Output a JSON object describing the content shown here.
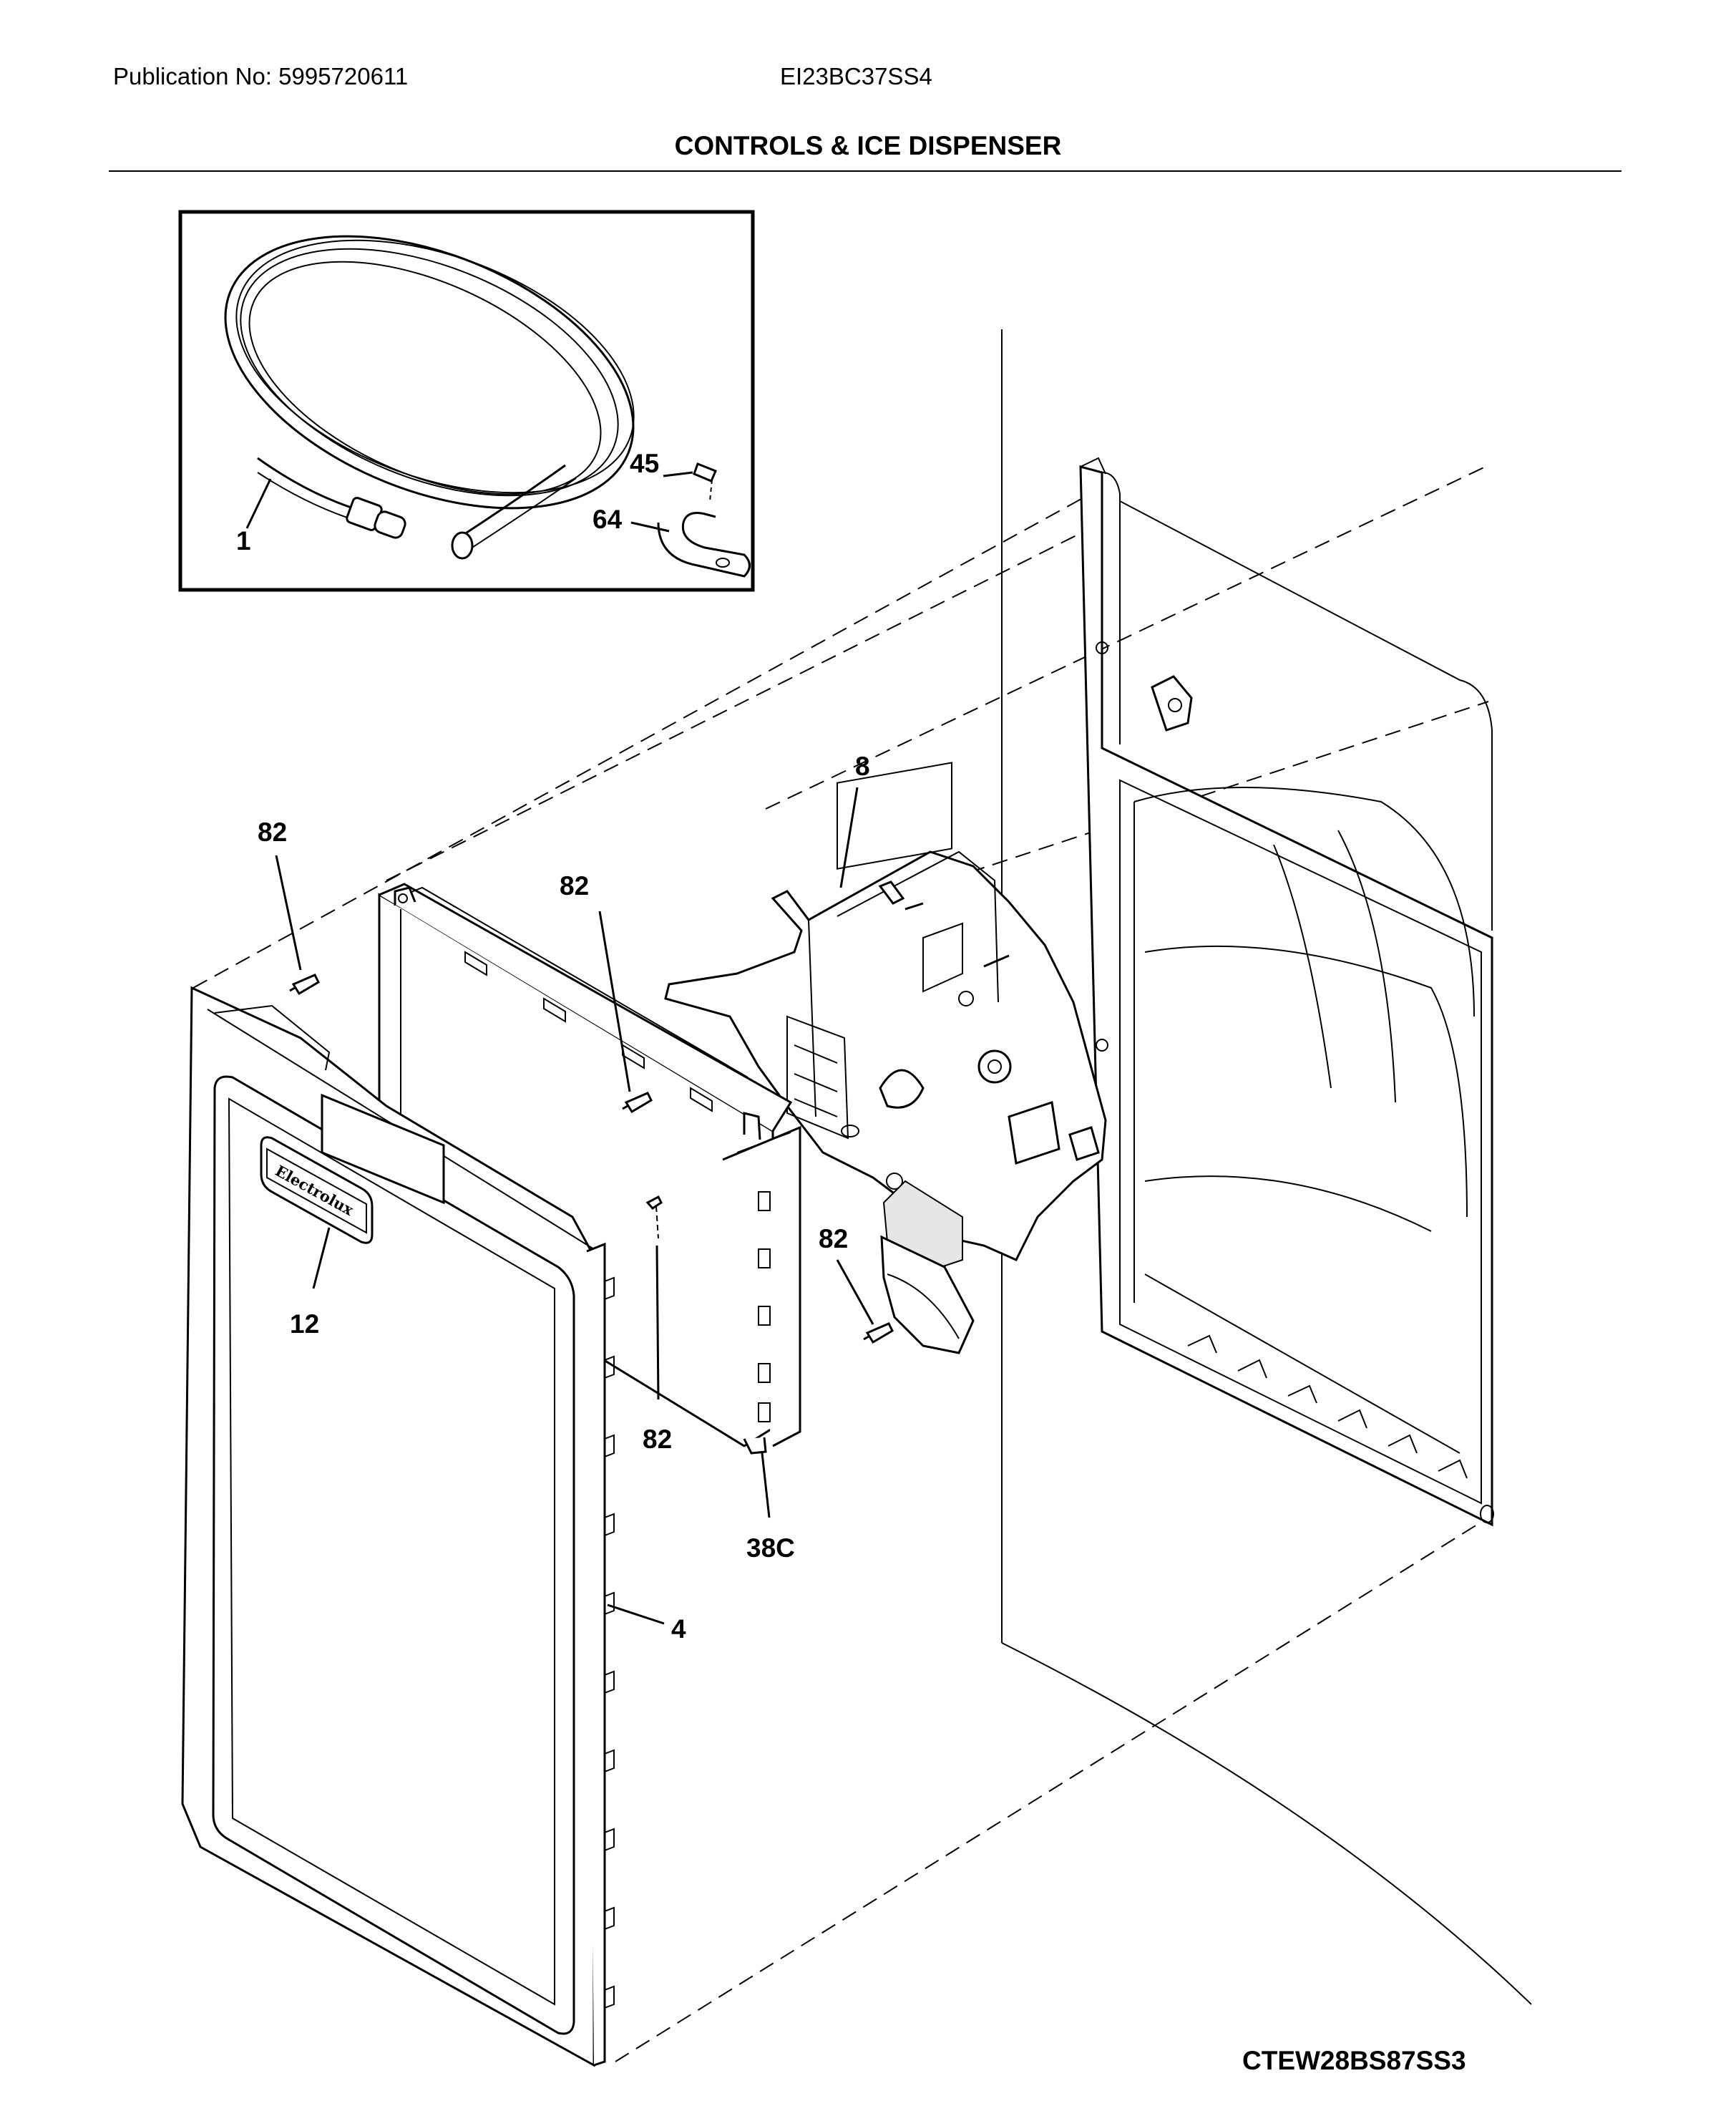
{
  "header": {
    "publication": "Publication No: 5995720611",
    "model": "EI23BC37SS4",
    "title": "CONTROLS & ICE DISPENSER"
  },
  "footer": {
    "code": "CTEW28BS87SS3"
  },
  "inset": {
    "labels": {
      "tube": "1",
      "screw": "45",
      "clamp": "64"
    }
  },
  "callouts": {
    "dispenser_housing": "8",
    "screw_top_left": "82",
    "screw_control_board": "82",
    "screw_actuator": "82",
    "screw_bottom": "82",
    "badge": "12",
    "panel": "4",
    "connector": "38C"
  },
  "badge_text": "Electrolux"
}
